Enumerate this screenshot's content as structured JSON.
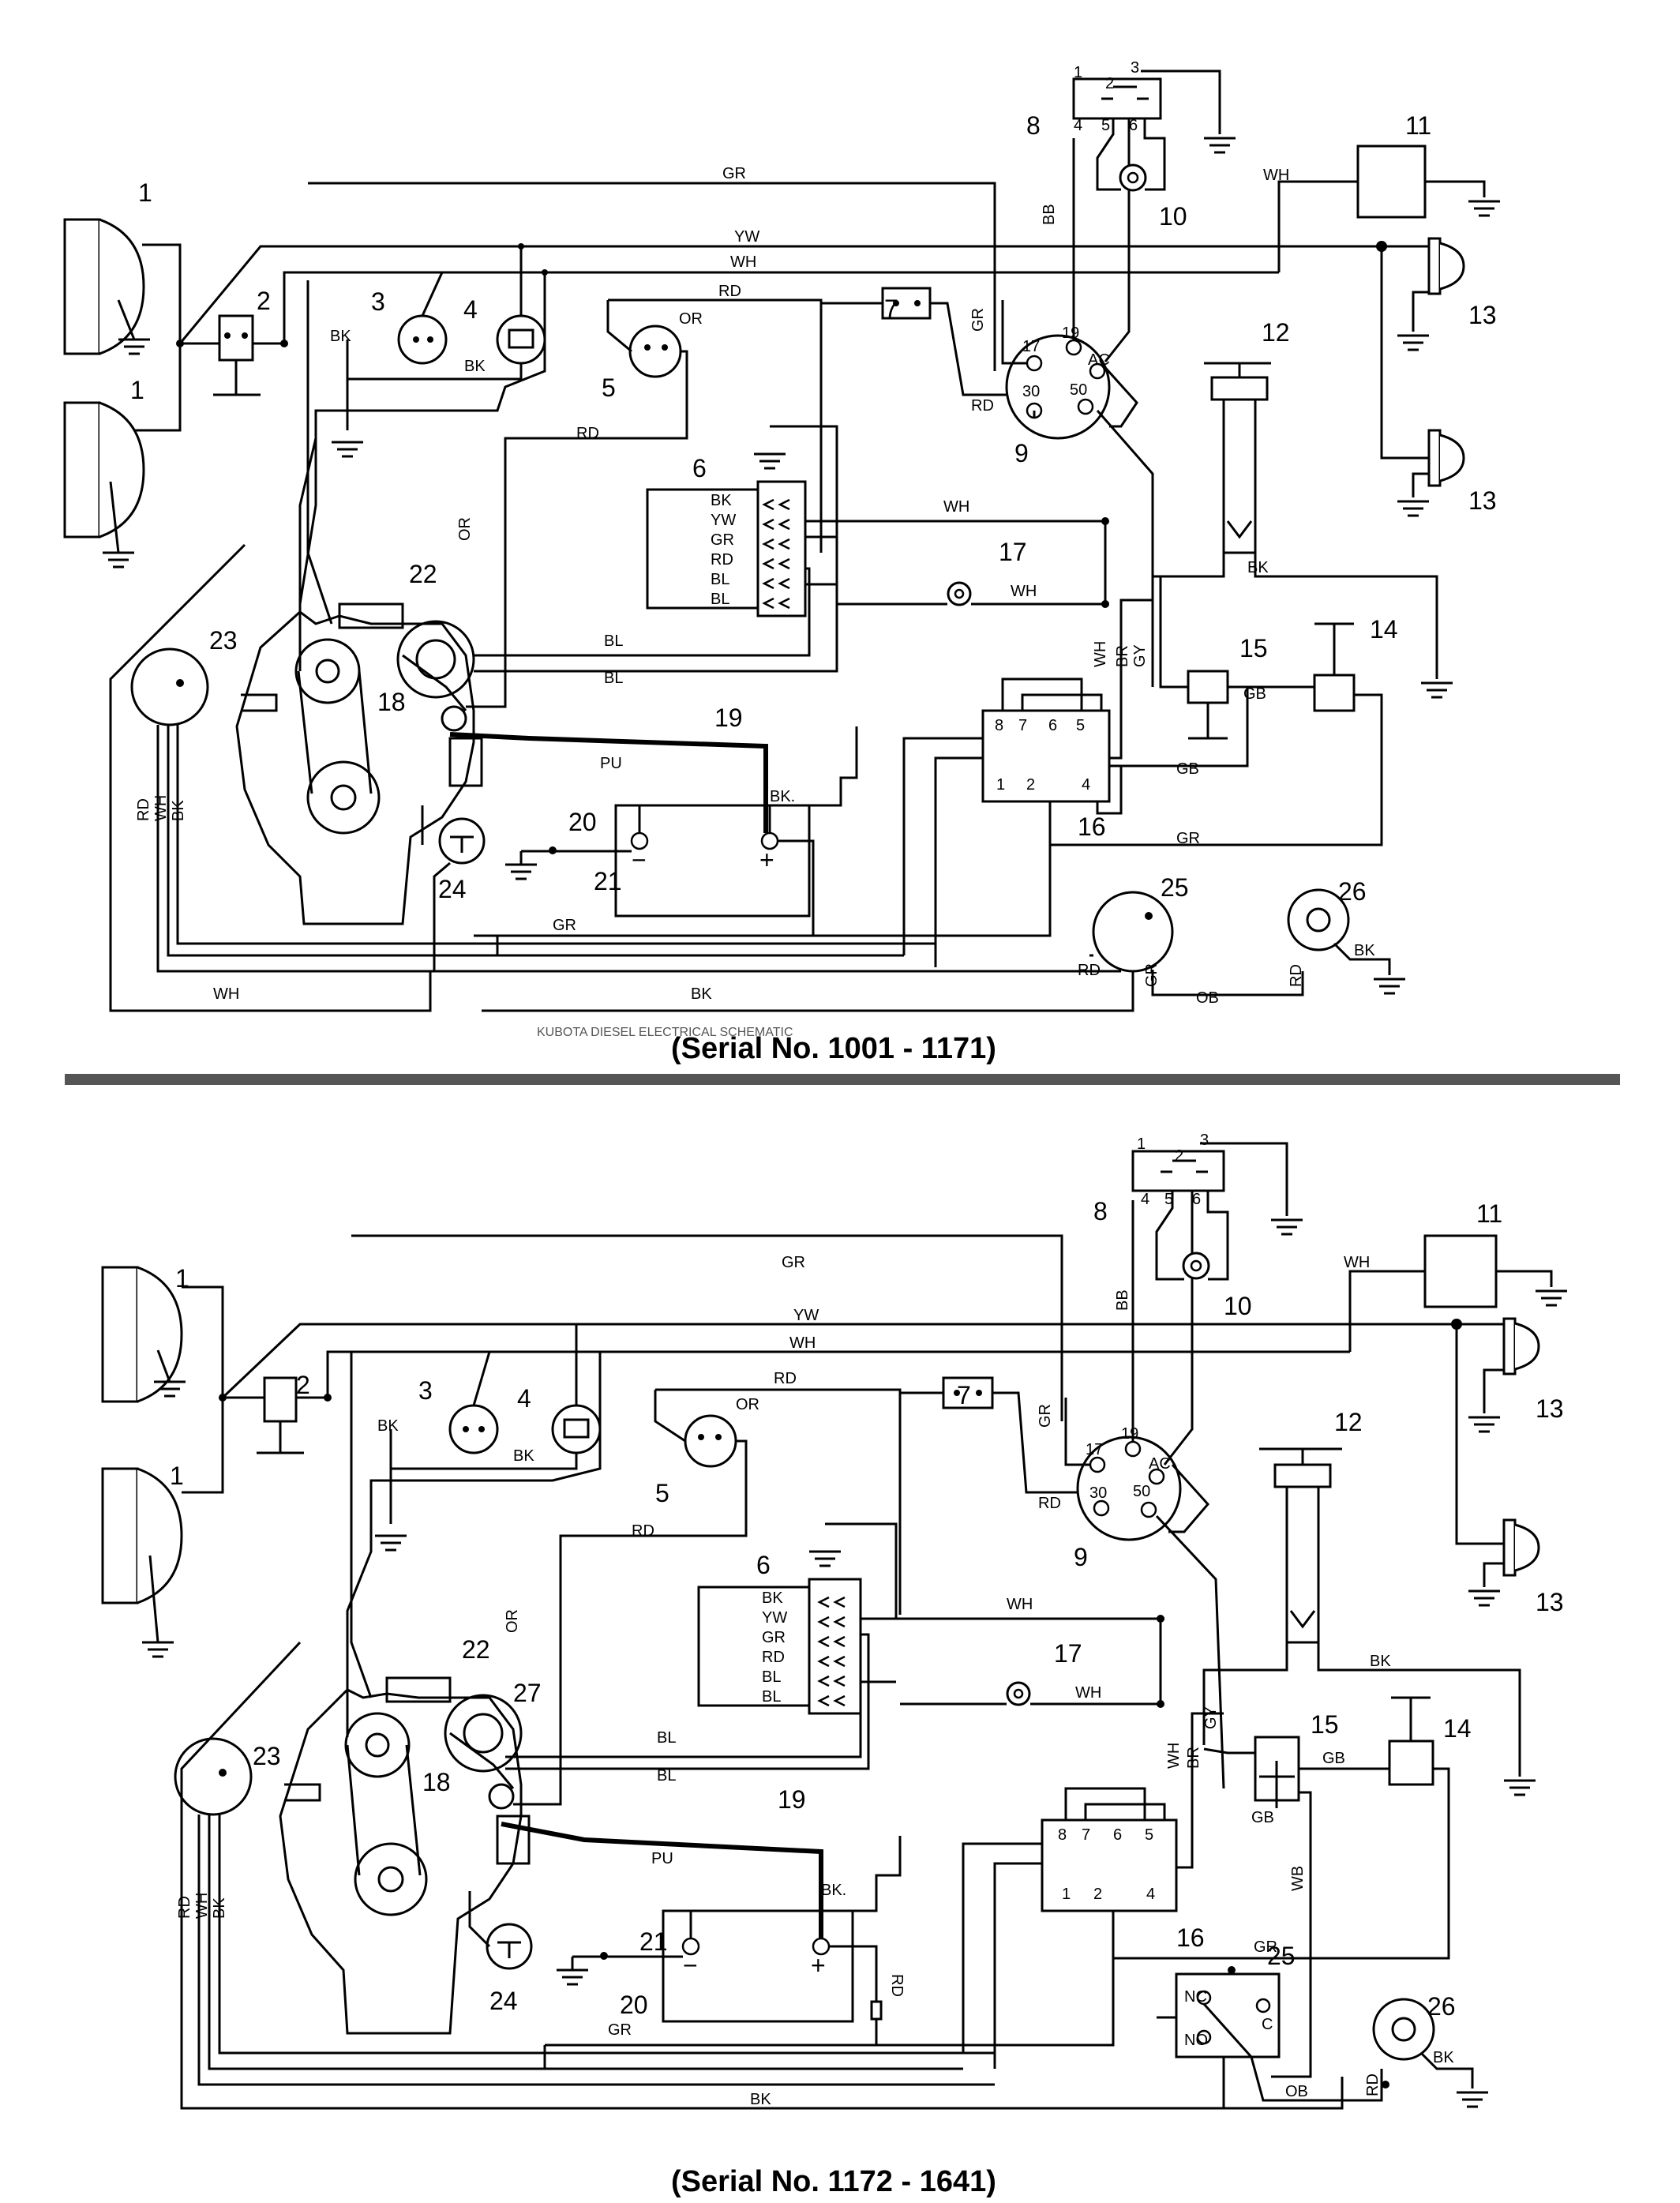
{
  "captions": {
    "top": "(Serial No. 1001 - 1171)",
    "bottom": "(Serial No. 1172 - 1641)",
    "cut_text": "KUBOTA DIESEL ELECTRICAL SCHEMATIC"
  },
  "wire_labels": {
    "GR": "GR",
    "YW": "YW",
    "WH": "WH",
    "RD": "RD",
    "OR": "OR",
    "BK": "BK",
    "BB": "BB",
    "BL": "BL",
    "PU": "PU",
    "GY": "GY",
    "BR": "BR",
    "GB": "GB",
    "OB": "OB",
    "WB": "WB",
    "BK_dot": "BK."
  },
  "connector_pins": [
    "BK",
    "YW",
    "GR",
    "RD",
    "BL",
    "BL"
  ],
  "relay16_pins": [
    "8",
    "7",
    "6",
    "5",
    "1",
    "2",
    "4"
  ],
  "relay8_pins": [
    "1",
    "2",
    "3",
    "4",
    "5",
    "6"
  ],
  "ignition_pins": [
    "17",
    "19",
    "30",
    "50",
    "AC"
  ],
  "switch25_pins": [
    "NC",
    "NO",
    "C"
  ],
  "battery": {
    "neg": "−",
    "pos": "+"
  },
  "callouts": [
    "1",
    "2",
    "3",
    "4",
    "5",
    "6",
    "7",
    "8",
    "9",
    "10",
    "11",
    "12",
    "13",
    "14",
    "15",
    "16",
    "17",
    "18",
    "19",
    "20",
    "21",
    "22",
    "23",
    "24",
    "25",
    "26",
    "27"
  ]
}
